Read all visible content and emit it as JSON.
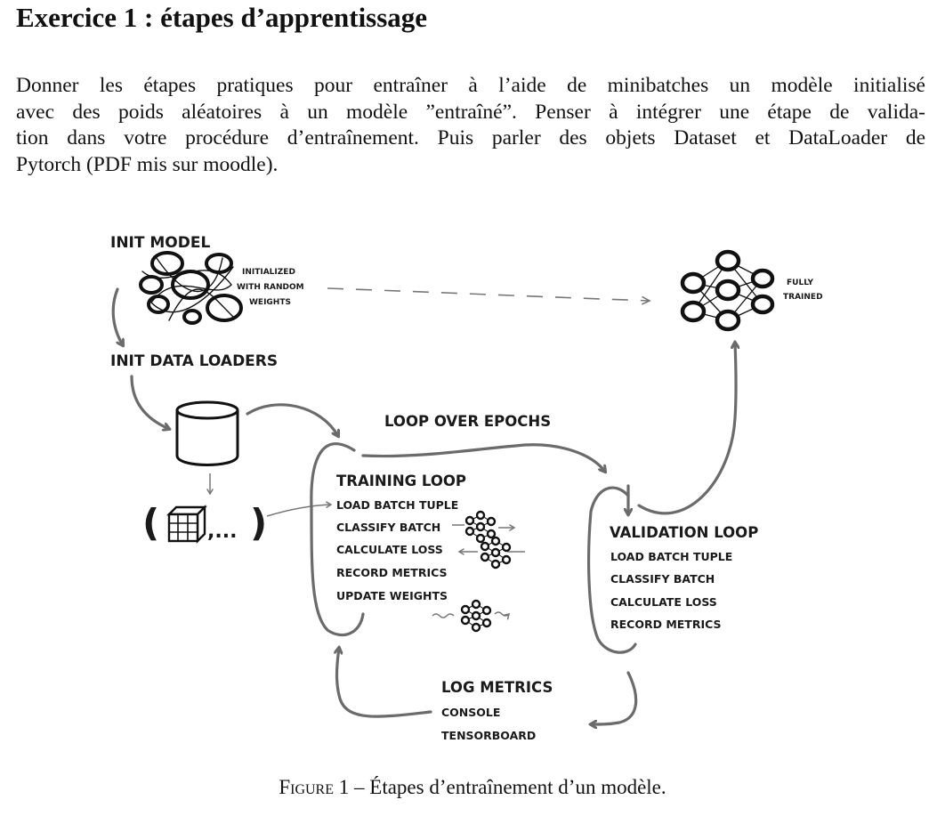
{
  "document": {
    "title": "Exercice 1 : étapes d’apprentissage",
    "paragraph_lines": [
      "Donner les étapes pratiques pour entraîner à l’aide de minibatches un modèle initialisé",
      "avec des poids aléatoires à un modèle ”entraîné”. Penser à intégrer une étape de valida-",
      "tion dans votre procédure d’entraînement. Puis parler des objets Dataset et DataLoader de",
      "Pytorch (PDF mis sur moodle)."
    ],
    "caption_label": "Figure 1",
    "caption_text": " – Étapes d’entraînement d’un modèle."
  },
  "figure": {
    "init_model": "INIT MODEL",
    "random_weights": [
      "INITIALIZED",
      "WITH RANDOM",
      "WEIGHTS"
    ],
    "fully_trained": [
      "FULLY",
      "TRAINED"
    ],
    "init_data_loaders": "INIT DATA LOADERS",
    "tuple_ellipsis": ",...",
    "loop_over_epochs": "LOOP OVER EPOCHS",
    "training_loop": {
      "title": "TRAINING LOOP",
      "steps": [
        "LOAD BATCH TUPLE",
        "CLASSIFY BATCH",
        "CALCULATE LOSS",
        "RECORD METRICS",
        "UPDATE WEIGHTS"
      ]
    },
    "validation_loop": {
      "title": "VALIDATION LOOP",
      "steps": [
        "LOAD BATCH TUPLE",
        "CLASSIFY BATCH",
        "CALCULATE LOSS",
        "RECORD METRICS"
      ]
    },
    "log_metrics": {
      "title": "LOG METRICS",
      "items": [
        "CONSOLE",
        "TENSORBOARD"
      ]
    }
  }
}
